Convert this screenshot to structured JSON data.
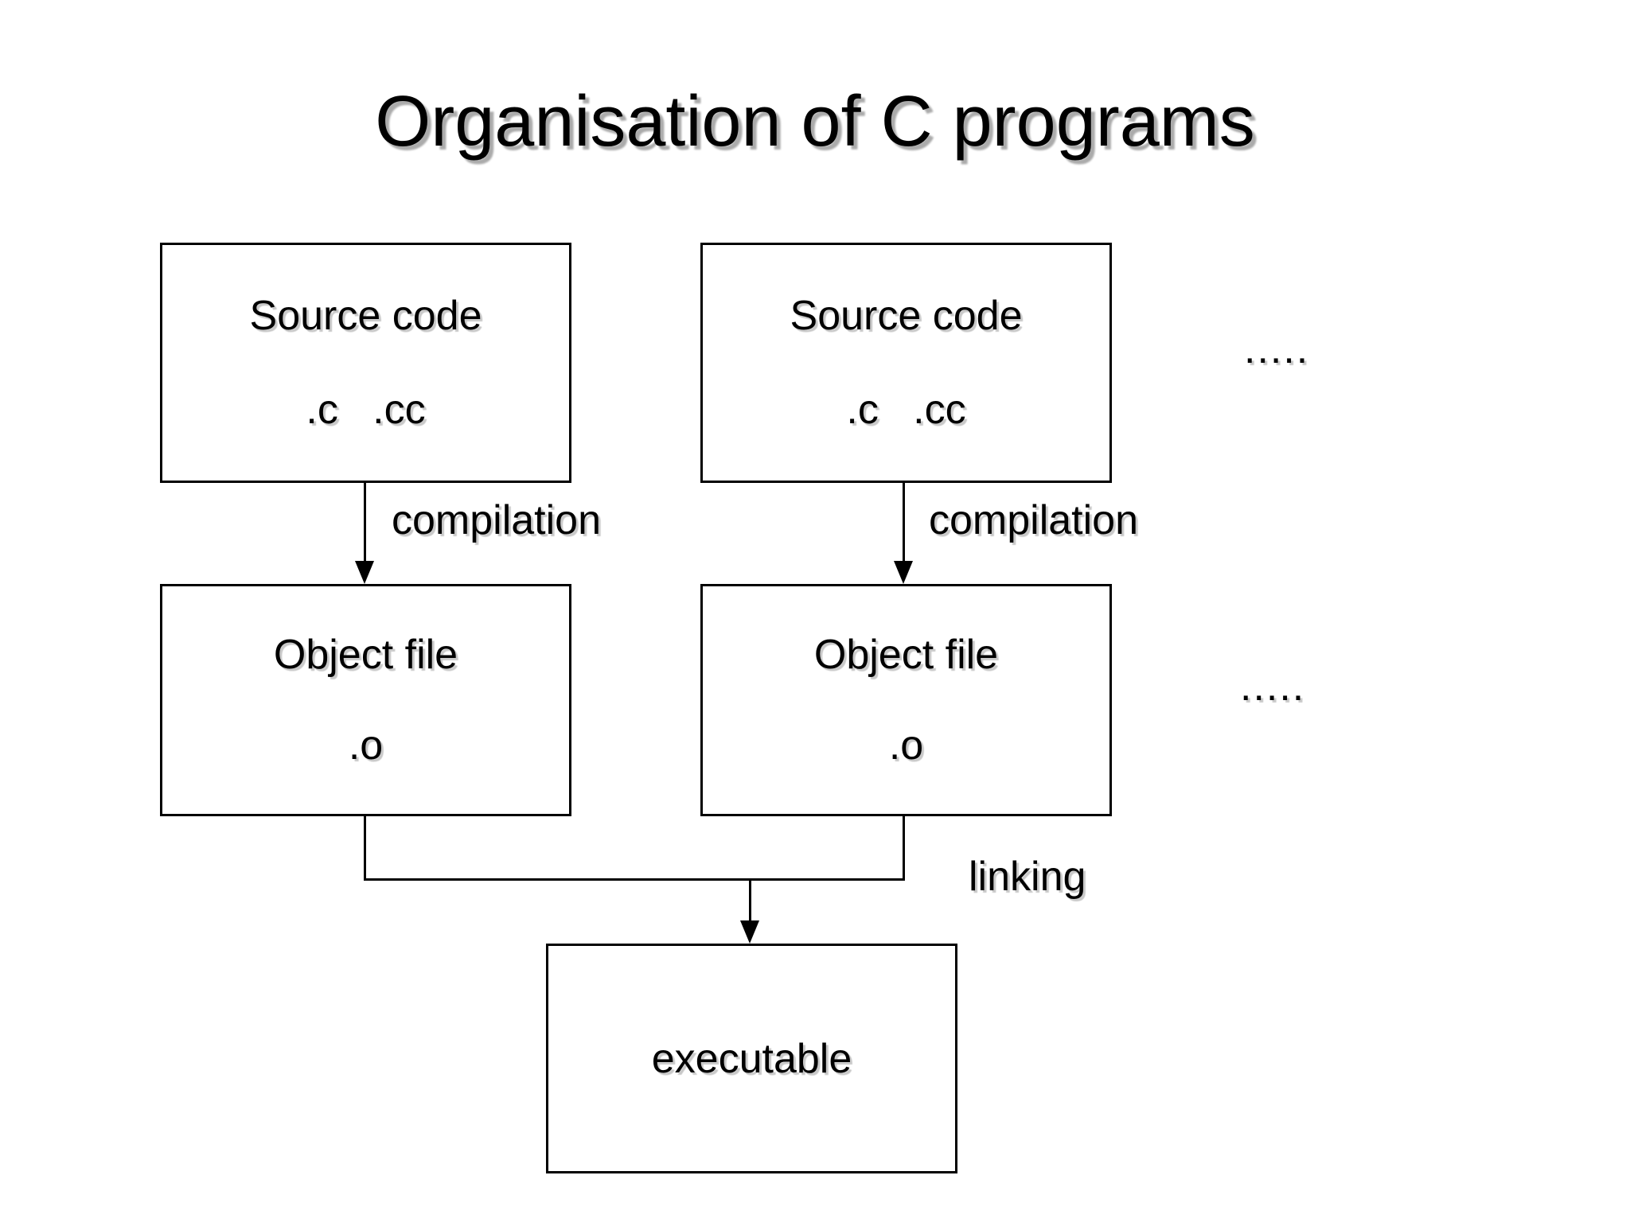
{
  "slide": {
    "title": "Organisation of C programs",
    "background_color": "#ffffff",
    "text_color": "#000000"
  },
  "diagram": {
    "source_boxes": [
      {
        "label": "Source code",
        "extensions": ".c   .cc"
      },
      {
        "label": "Source code",
        "extensions": ".c   .cc"
      }
    ],
    "object_boxes": [
      {
        "label": "Object file",
        "extension": ".o"
      },
      {
        "label": "Object file",
        "extension": ".o"
      }
    ],
    "executable_box": {
      "label": "executable"
    },
    "arrows": {
      "compilation_left": {
        "label": "compilation"
      },
      "compilation_right": {
        "label": "compilation"
      },
      "linking": {
        "label": "linking"
      }
    },
    "ellipsis_top": ".....",
    "ellipsis_bottom": "....."
  }
}
